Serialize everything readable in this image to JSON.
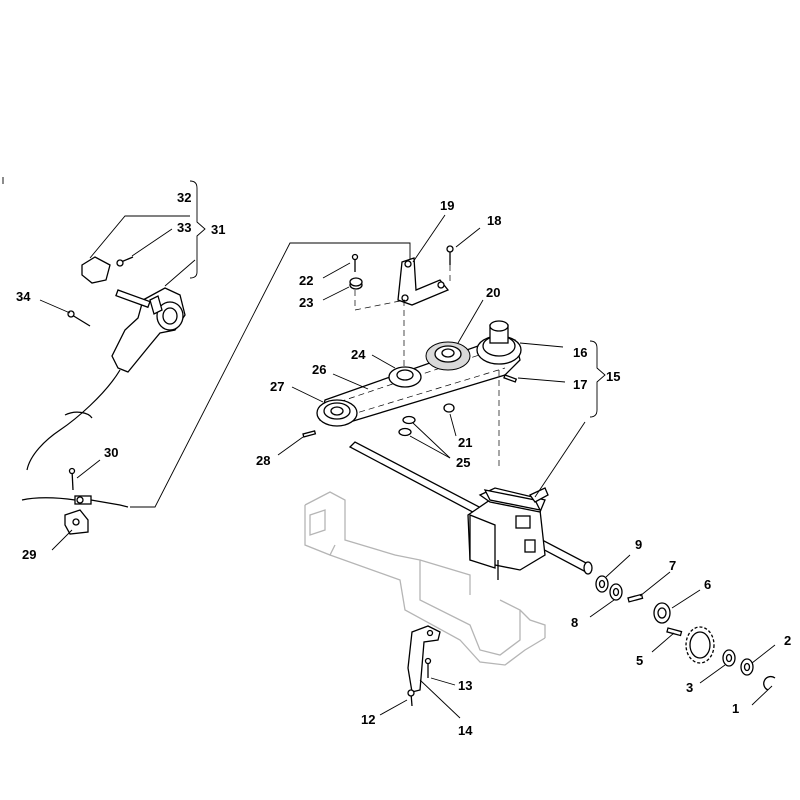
{
  "diagram": {
    "callouts": [
      "1",
      "2",
      "3",
      "5",
      "6",
      "7",
      "8",
      "9",
      "12",
      "13",
      "14",
      "15",
      "16",
      "17",
      "18",
      "19",
      "20",
      "21",
      "22",
      "23",
      "24",
      "25",
      "26",
      "27",
      "28",
      "29",
      "30",
      "31",
      "32",
      "33",
      "34"
    ]
  }
}
